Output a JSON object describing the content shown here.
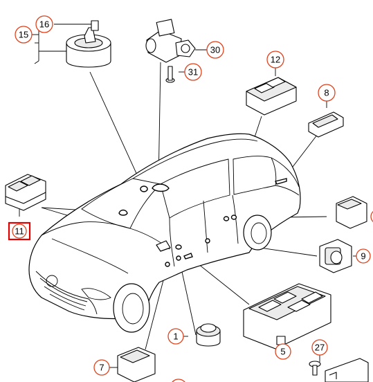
{
  "callouts": [
    {
      "id": "c1",
      "label": "1"
    },
    {
      "id": "c5",
      "label": "5"
    },
    {
      "id": "c7",
      "label": "7"
    },
    {
      "id": "c8",
      "label": "8"
    },
    {
      "id": "c9",
      "label": "9"
    },
    {
      "id": "c11",
      "label": "11",
      "highlighted": true
    },
    {
      "id": "c12",
      "label": "12"
    },
    {
      "id": "c15",
      "label": "15"
    },
    {
      "id": "c16",
      "label": "16"
    },
    {
      "id": "c27",
      "label": "27"
    },
    {
      "id": "c30",
      "label": "30"
    },
    {
      "id": "c31",
      "label": "31"
    },
    {
      "id": "c31b",
      "label": "31"
    }
  ],
  "colors": {
    "callout_ring": "#e0411b",
    "highlight_box": "#e00000",
    "line": "#000000"
  }
}
